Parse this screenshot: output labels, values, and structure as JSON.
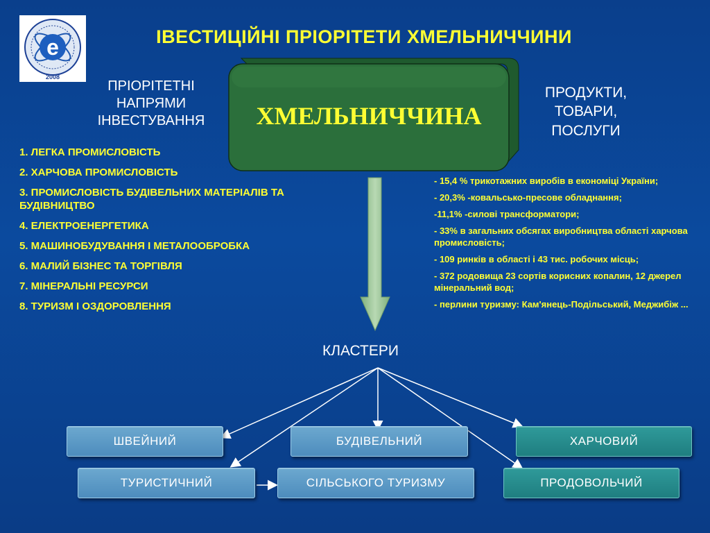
{
  "title": "ІВЕСТИЦІЙНІ ПРІОРІТЕТИ ХМЕЛЬНИЧЧИНИ",
  "logo": {
    "year": "2008",
    "letter": "e",
    "icon": "conference-emblem-icon"
  },
  "left_heading": [
    "ПРІОРІТЕТНІ",
    "НАПРЯМИ",
    "ІНВЕСТУВАННЯ"
  ],
  "right_heading": [
    "ПРОДУКТИ,",
    "ТОВАРИ,",
    "ПОСЛУГИ"
  ],
  "center": {
    "label": "ХМЕЛЬНИЧЧИНА"
  },
  "directions": [
    "1. ЛЕГКА ПРОМИСЛОВІСТЬ",
    "2. ХАРЧОВА ПРОМИСЛОВІСТЬ",
    "3. ПРОМИСЛОВІСТЬ БУДІВЕЛЬНИХ МАТЕРІАЛІВ ТА БУДІВНИЦТВО",
    "4. ЕЛЕКТРОЕНЕРГЕТИКА",
    "5. МАШИНОБУДУВАННЯ І МЕТАЛООБРОБКА",
    "6. МАЛИЙ БІЗНЕС ТА ТОРГІВЛЯ",
    "7. МІНЕРАЛЬНІ РЕСУРСИ",
    "8. ТУРИЗМ І ОЗДОРОВЛЕННЯ"
  ],
  "products": [
    "- 15,4 % трикотажних виробів в економіці України;",
    "- 20,3% -ковальсько-пресове обладнання;",
    "-11,1% -силові трансформатори;",
    "- 33% в загальних обсягах виробництва області харчова промисловість;",
    "-  109 ринків в області і 43 тис. робочих місць;",
    "-  372 родовища 23 сортів корисних копалин, 12 джерел мінеральний вод;",
    "-  перлини туризму: Кам'янець-Подільський, Меджибіж ..."
  ],
  "clusters_label": "КЛАСТЕРИ",
  "clusters": {
    "row1": [
      "ШВЕЙНИЙ",
      "БУДІВЕЛЬНИЙ",
      "ХАРЧОВИЙ"
    ],
    "row2": [
      "ТУРИСТИЧНИЙ",
      "СІЛЬСЬКОГО ТУРИЗМУ",
      "ПРОДОВОЛЬЧИЙ"
    ]
  },
  "colors": {
    "background": "#0b4a9e",
    "accent_text": "#ffff33",
    "center_box": "#2a6e3a",
    "cluster_blue": "#5b9bc8",
    "cluster_teal": "#268a8b",
    "arrow": "#9ec89a"
  }
}
